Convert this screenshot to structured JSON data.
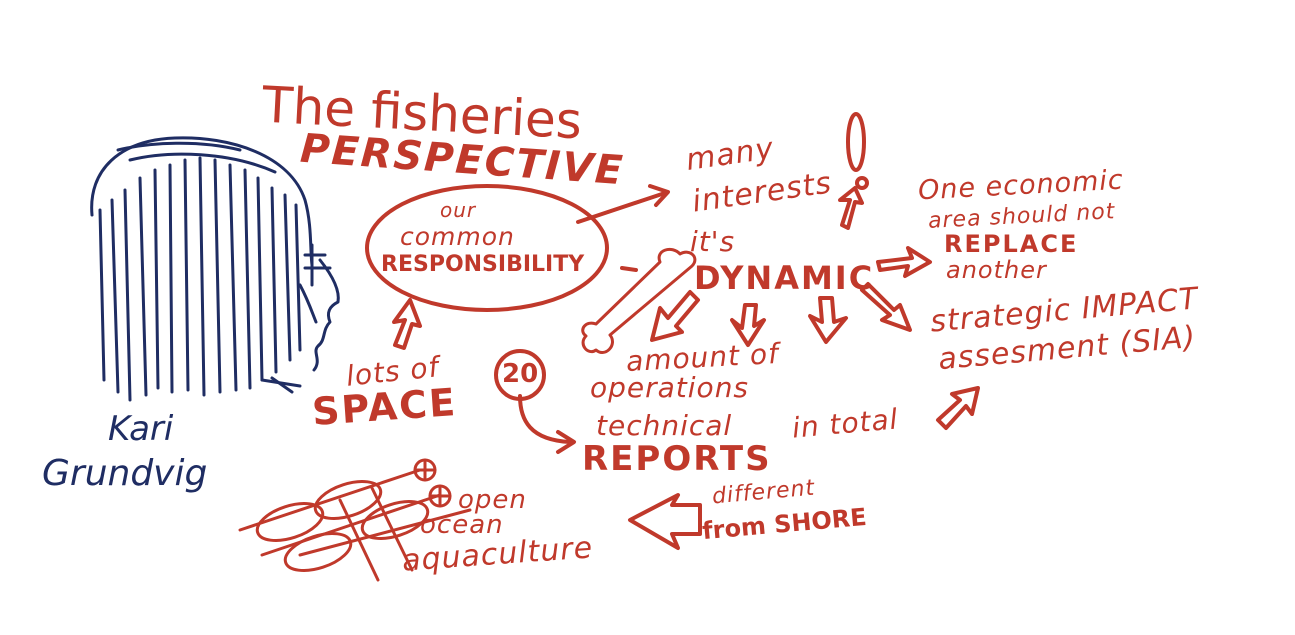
{
  "colors": {
    "accent": "#c0392b",
    "ink": "#1f2d63",
    "background": "#ffffff"
  },
  "speaker": {
    "first": "Kari",
    "last": "Grundvig"
  },
  "title": {
    "line1": "The fisheries",
    "line2": "PERSPECTIVE"
  },
  "nodes": {
    "center_line1": "our",
    "center_line2": "common",
    "center_line3": "RESPONSIBILITY",
    "interests_line1": "many",
    "interests_line2": "interests",
    "dynamic_line1": "it's",
    "dynamic_line2": "DYNAMIC",
    "economic_line1": "One economic",
    "economic_line2": "area should not",
    "economic_line3": "REPLACE",
    "economic_line4": "another",
    "sia_line1": "strategic IMPACT",
    "sia_line2": "assesment (SIA)",
    "space_line1": "lots of",
    "space_line2": "SPACE",
    "count": "20",
    "amount_line1": "amount of",
    "amount_line2": "operations",
    "reports_line1": "technical",
    "reports_line2": "REPORTS",
    "in_total": "in total",
    "ocean_line1": "open",
    "ocean_line2": "ocean",
    "ocean_line3": "aquaculture",
    "shore_line1": "different",
    "shore_line2": "from SHORE"
  },
  "icons": [
    "person-profile-icon",
    "aquaculture-pens-icon",
    "bone-icon",
    "arrow-icon"
  ]
}
